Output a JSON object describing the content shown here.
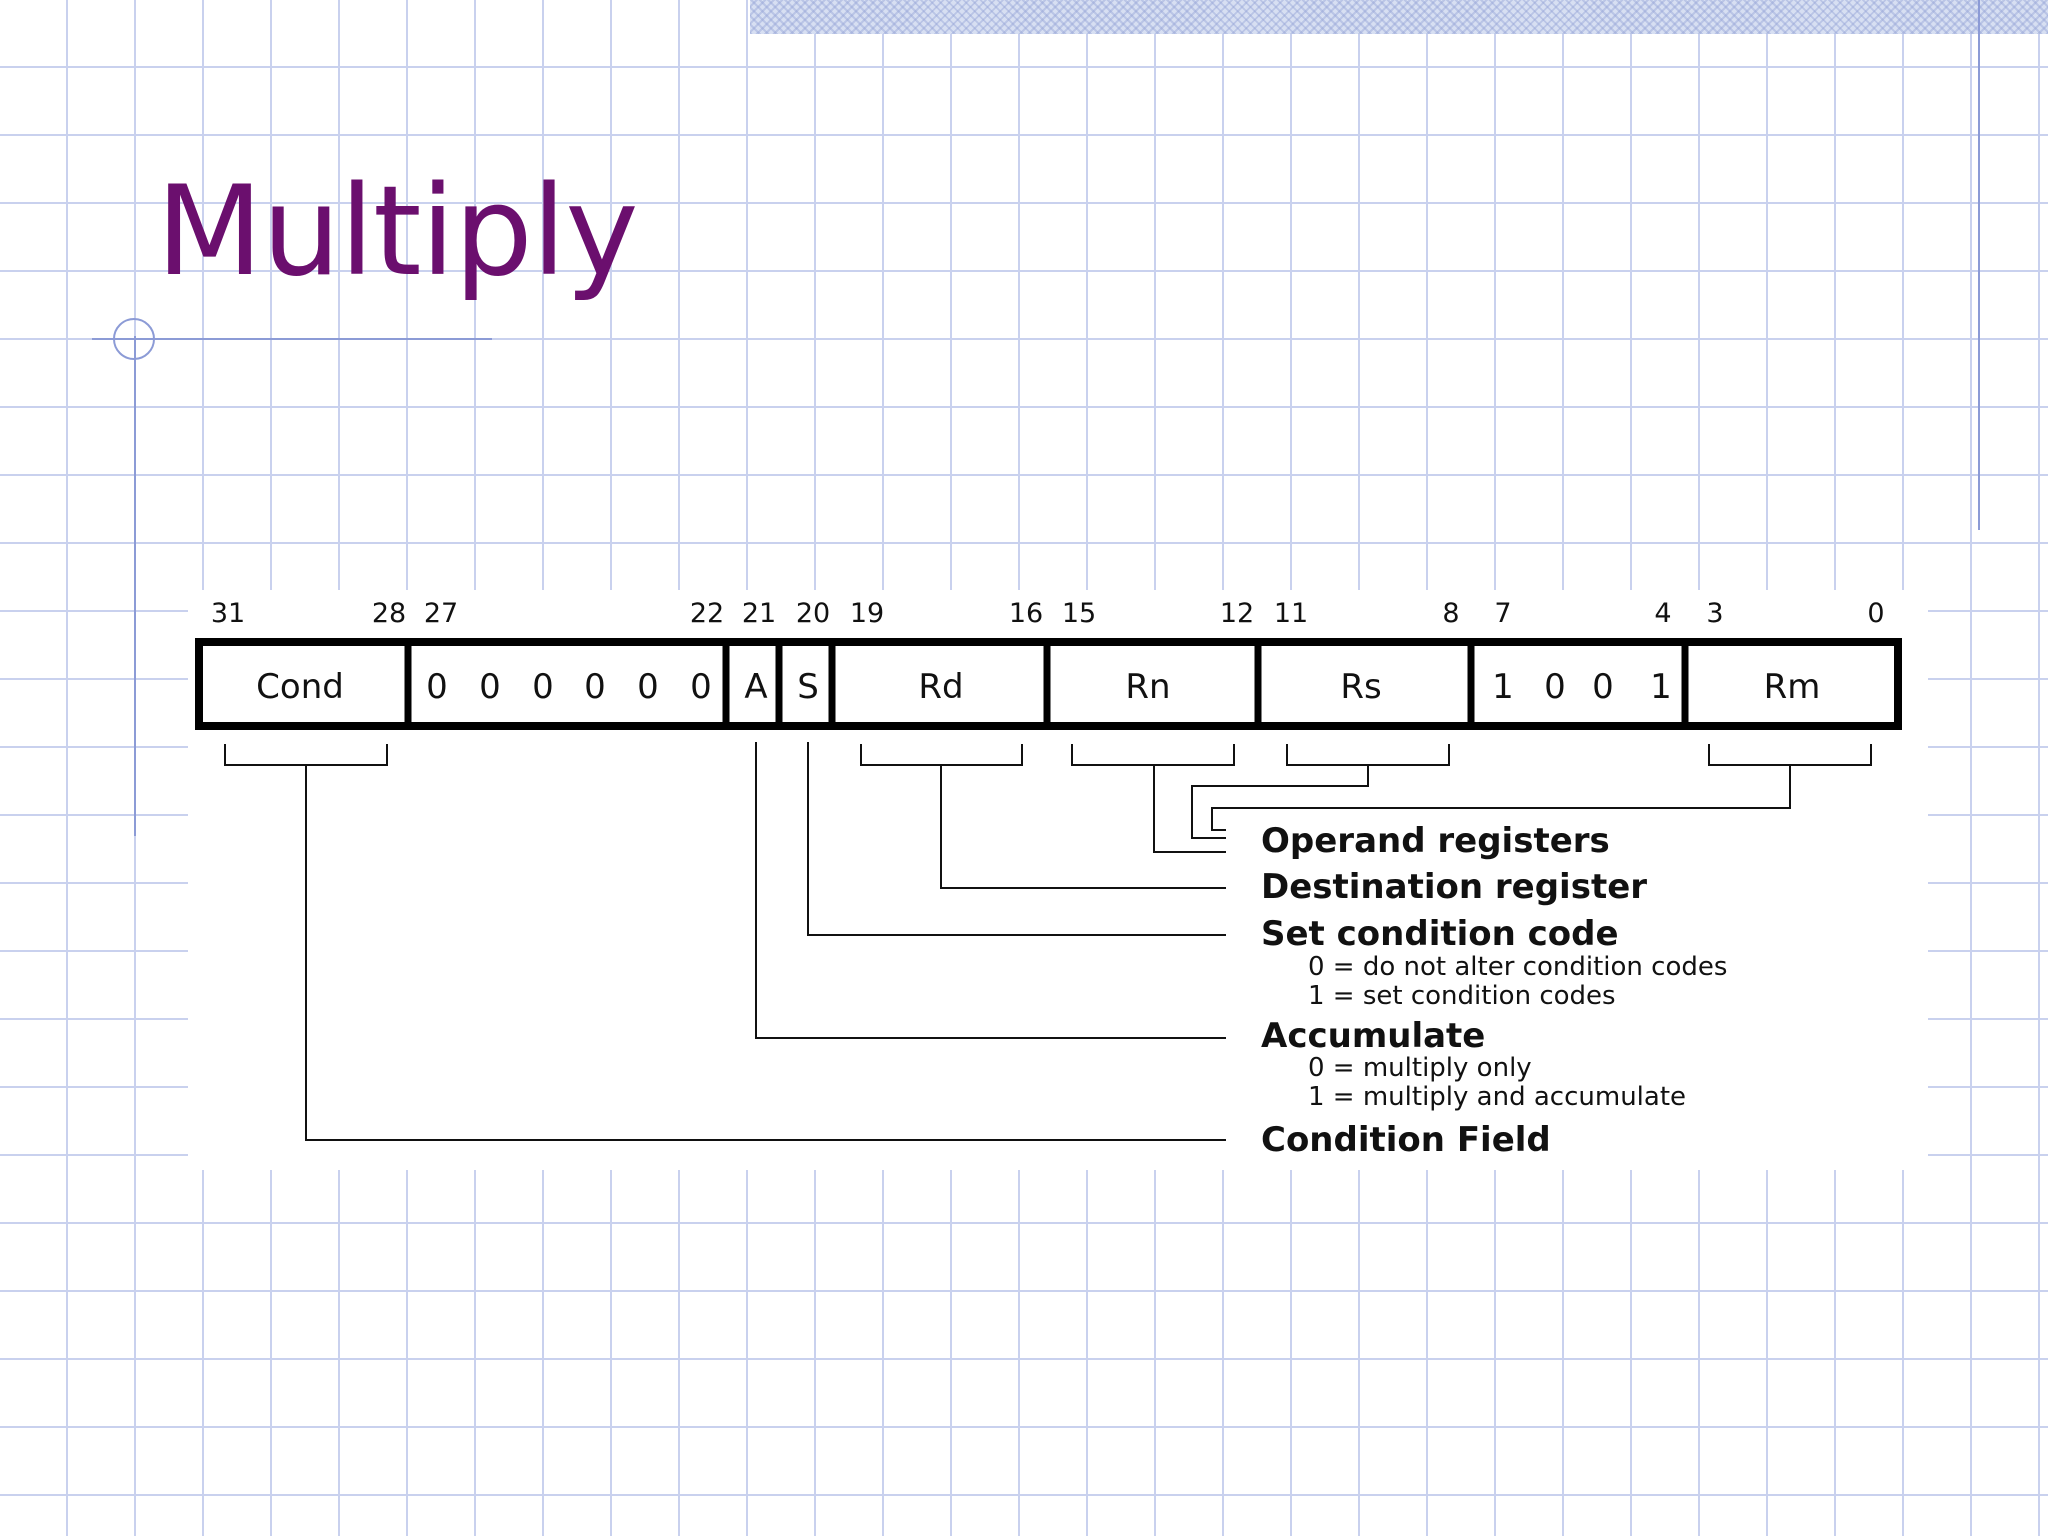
{
  "slide": {
    "title": "Multiply",
    "title_color": "#6b0f6e",
    "accent_color": "#8c9bd6",
    "grid_color": "#c9d1ee"
  },
  "diagram": {
    "bit_numbers": [
      "31",
      "28",
      "27",
      "22",
      "21",
      "20",
      "19",
      "16",
      "15",
      "12",
      "11",
      "8",
      "7",
      "4",
      "3",
      "0"
    ],
    "fields": [
      {
        "id": "cond",
        "label": "Cond"
      },
      {
        "id": "fixed-zeros",
        "bits": [
          "0",
          "0",
          "0",
          "0",
          "0",
          "0"
        ]
      },
      {
        "id": "a",
        "label": "A"
      },
      {
        "id": "s",
        "label": "S"
      },
      {
        "id": "rd",
        "label": "Rd"
      },
      {
        "id": "rn",
        "label": "Rn"
      },
      {
        "id": "rs",
        "label": "Rs"
      },
      {
        "id": "opcode",
        "bits": [
          "1",
          "0",
          "0",
          "1"
        ]
      },
      {
        "id": "rm",
        "label": "Rm"
      }
    ],
    "descriptions": [
      {
        "id": "operand",
        "title": "Operand registers",
        "notes": []
      },
      {
        "id": "destination",
        "title": "Destination register",
        "notes": []
      },
      {
        "id": "set-condition",
        "title": "Set condition code",
        "notes": [
          "0 = do not alter condition codes",
          "1 = set condition codes"
        ]
      },
      {
        "id": "accumulate",
        "title": "Accumulate",
        "notes": [
          "0 = multiply only",
          "1 = multiply and accumulate"
        ]
      },
      {
        "id": "condition-field",
        "title": "Condition Field",
        "notes": []
      }
    ]
  }
}
